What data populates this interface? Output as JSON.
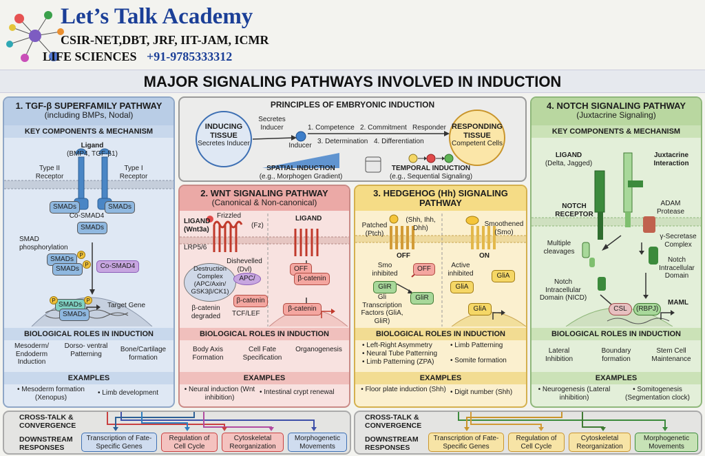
{
  "header": {
    "academy_name": "Let’s Talk Academy",
    "exams": "CSIR-NET,DBT, JRF, IIT-JAM, ICMR",
    "subject": "LIFE SCIENCES",
    "phone": "+91-9785333312",
    "main_title": "MAJOR SIGNALING PATHWAYS INVOLVED IN INDUCTION"
  },
  "tgf": {
    "title": "1. TGF-β SUPERFAMILY PATHWAY",
    "subtitle": "(including BMPs, Nodal)",
    "section_mech": "KEY COMPONENTS & MECHANISM",
    "ligand_label": "Ligand",
    "ligand_examples": "(BMP4, TGF-β1)",
    "type2_receptor": "Type II Receptor",
    "type1_receptor": "Type I Receptor",
    "smads_label": "SMADs",
    "co_smad4": "Co-SMAD4",
    "smad_phos": "SMAD phosphorylation",
    "co_smad4_box": "Co-SMAD4",
    "target_gene": "Target Gene",
    "p_label": "P",
    "section_roles": "BIOLOGICAL ROLES IN INDUCTION",
    "roles": [
      "Mesoderm/ Endoderm Induction",
      "Dorso- ventral Patterning",
      "Bone/Cartilage formation"
    ],
    "section_examples": "EXAMPLES",
    "examples": [
      "• Mesoderm formation (Xenopus)",
      "• Limb development"
    ]
  },
  "principles": {
    "title": "PRINCIPLES OF EMBRYONIC INDUCTION",
    "inducing_tissue": "INDUCING TISSUE",
    "secretes_inducer_1": "Secretes Inducer",
    "secretes_inducer_2": "Secretes Inducer",
    "inducer": "Inducer",
    "step1": "1. Competence",
    "step2": "2. Commitment",
    "step3": "3. Determination",
    "step4": "4. Differentiation",
    "responder": "Responder",
    "responding_tissue": "RESPONDING TISSUE",
    "competent_cells": "Competent Cells",
    "spatial_title": "SPATIAL INDUCTION",
    "spatial_sub": "(e.g., Morphogen Gradient)",
    "temporal_title": "TEMPORAL INDUCTION",
    "temporal_sub": "(e.g., Sequential Signaling)"
  },
  "wnt": {
    "title": "2. WNT SIGNALING PATHWAY",
    "subtitle": "(Canonical & Non-canonical)",
    "ligand_wnt": "LIGAND (Wnt3a)",
    "frizzled": "Frizzled",
    "fz": "(Fz)",
    "lrp": "LRP5/6",
    "dishevelled": "Dishevelled (Dvl)",
    "destruction": "Destruction Complex (APC/Axin/ GSK3β/CK1)",
    "apc": "APC/",
    "bcat_degraded": "β-catenin degraded",
    "tcf": "TCF/LEF",
    "bcat": "β-catenin",
    "ligand_right": "LIGAND",
    "off": "OFF",
    "bcat_right": "β-catenin",
    "bcat_nuc": "β-catenin",
    "section_roles": "BIOLOGICAL ROLES IN INDUCTION",
    "roles": [
      "Body Axis Formation",
      "Cell Fate Specification",
      "Organogenesis"
    ],
    "section_examples": "EXAMPLES",
    "examples": [
      "• Neural induction (Wnt inhibition)",
      "• Intestinal crypt renewal"
    ]
  },
  "hh": {
    "title": "3. HEDGEHOG (Hh) SIGNALING PATHWAY",
    "patched": "Patched (Ptch)",
    "ligands": "(Shh, Ihh, Dhh)",
    "smoothened": "Smoothened (Smo)",
    "off": "OFF",
    "on": "ON",
    "smo_inhibited": "Smo inhibited",
    "off_badge": "OFF",
    "active_inhibited": "Active inhibited",
    "glir_1": "GliR",
    "glir_2": "GliR",
    "glia_1": "GliA",
    "glia_2": "GliA",
    "glia_3": "GliA",
    "gli_tf": "Gli Transcription Factors (GliA, GliR)",
    "section_roles": "BIOLOGICAL ROLES IN INDUCTION",
    "roles": [
      "• Left-Right Asymmetry",
      "• Neural Tube Patterning",
      "• Limb Patterning (ZPA)",
      "• Limb Patterning",
      "• Somite formation"
    ],
    "section_examples": "EXAMPLES",
    "examples": [
      "• Floor plate induction (Shh)",
      "• Digit number (Shh)"
    ]
  },
  "notch": {
    "title": "4. NOTCH SIGNALING PATHWAY",
    "subtitle": "(Juxtacrine Signaling)",
    "section_mech": "KEY COMPONENTS & MECHANISM",
    "ligand": "LIGAND",
    "ligand_examples": "(Delta, Jagged)",
    "juxtacrine": "Juxtacrine Interaction",
    "notch_receptor": "NOTCH RECEPTOR",
    "adam": "ADAM Protease",
    "gamma": "γ-Secretase Complex",
    "multiple_cleavages": "Multiple cleavages",
    "nicd_right": "Notch Intracellular Domain",
    "nicd_left": "Notch Intracellular Domain (NICD)",
    "csl": "CSL",
    "rbpj": "(RBPJ)",
    "maml": "MAML",
    "section_roles": "BIOLOGICAL ROLES IN INDUCTION",
    "roles": [
      "Lateral Inhibition",
      "Boundary formation",
      "Stem Cell Maintenance"
    ],
    "section_examples": "EXAMPLES",
    "examples": [
      "• Neurogenesis (Lateral inhibition)",
      "• Somitogenesis (Segmentation clock)"
    ]
  },
  "crosstalk_left": {
    "crosstalk": "CROSS-TALK & CONVERGENCE",
    "downstream": "DOWNSTREAM RESPONSES",
    "responses": [
      "Transcription of Fate-Specific Genes",
      "Regulation of Cell Cycle",
      "Cytoskeletal Reorganization",
      "Morphogenetic Movements"
    ]
  },
  "crosstalk_right": {
    "crosstalk": "CROSS-TALK & CONVERGENCE",
    "downstream": "DOWNSTREAM RESPONSES",
    "responses": [
      "Transcription of Fate-Specific Genes",
      "Regulation of Cell Cycle",
      "Cytoskeletal Reorganization",
      "Morphogenetic Movements"
    ]
  },
  "colors": {
    "tgf_bg": "#dfe8f4",
    "tgf_head": "#b9cde6",
    "wnt_bg": "#f8e2e0",
    "wnt_head": "#eba9a6",
    "hh_bg": "#fbf0cf",
    "hh_head": "#f5dc86",
    "notch_bg": "#e3efd9",
    "notch_head": "#b9d7a0",
    "brand_blue": "#1b3f97"
  }
}
